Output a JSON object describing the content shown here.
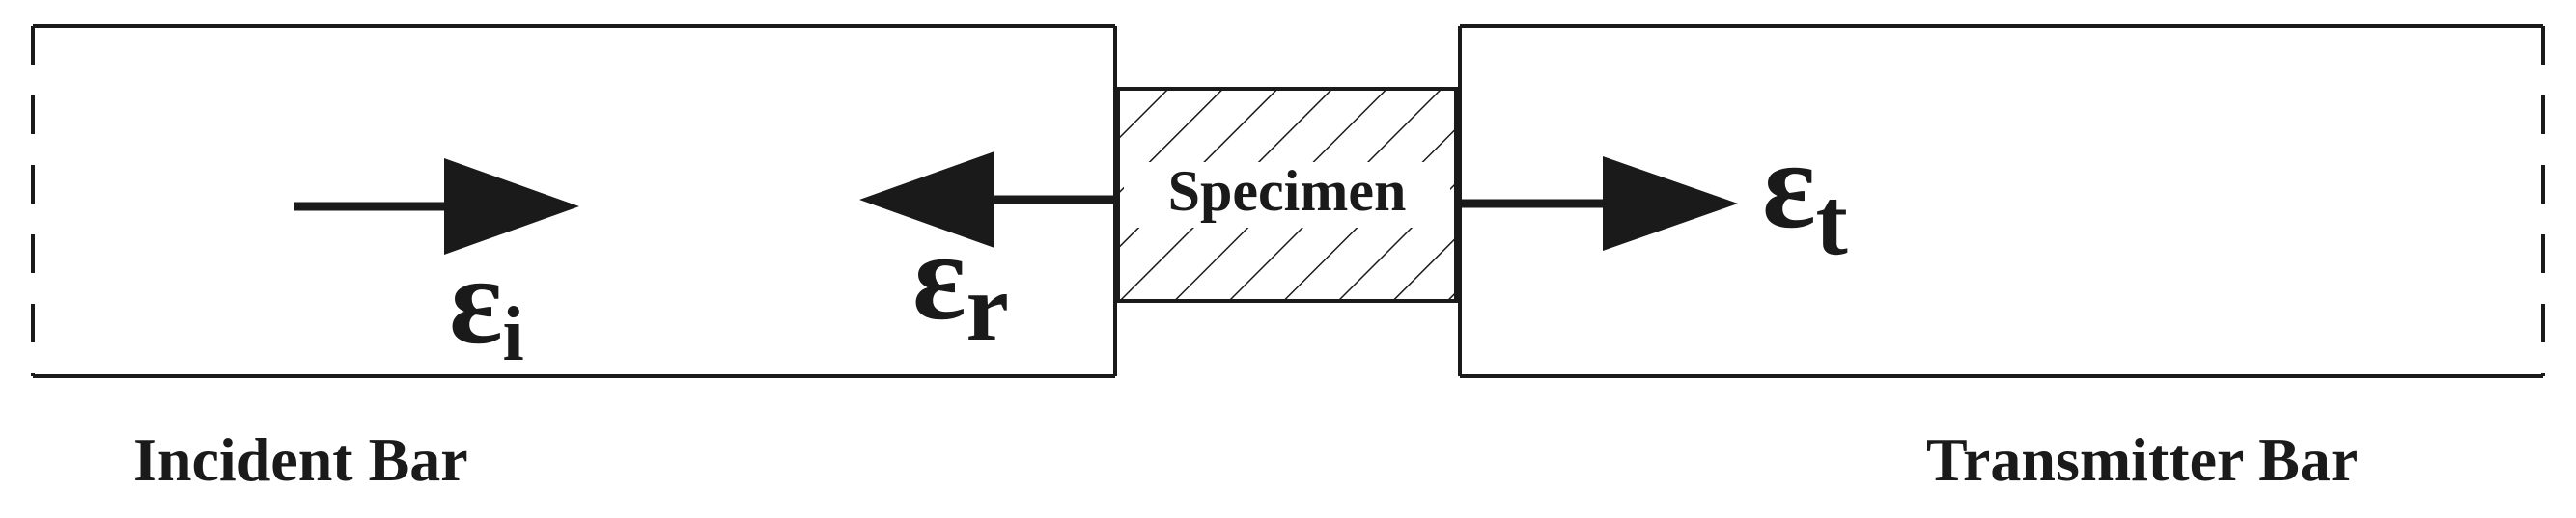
{
  "diagram": {
    "incident_bar_label": "Incident Bar",
    "transmitter_bar_label": "Transmitter Bar",
    "specimen_label": "Specimen",
    "strains": {
      "incident": {
        "symbol": "ε",
        "subscript": "i"
      },
      "reflected": {
        "symbol": "ε",
        "subscript": "r"
      },
      "transmitted": {
        "symbol": "ε",
        "subscript": "t"
      }
    },
    "colors": {
      "stroke": "#1a1a1a",
      "background": "#ffffff"
    }
  }
}
